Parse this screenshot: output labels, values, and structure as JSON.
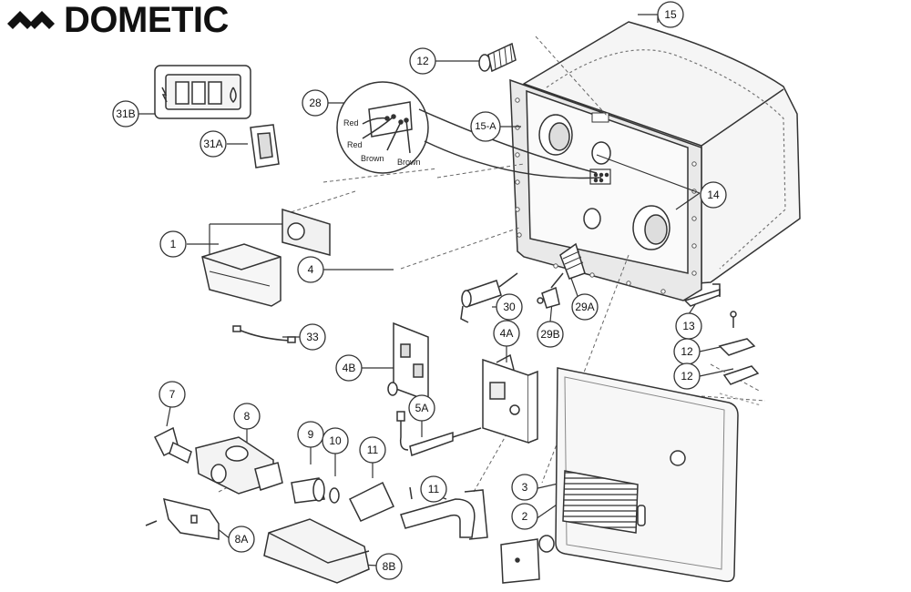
{
  "brand": {
    "name": "DOMETIC"
  },
  "callouts": {
    "c1": "1",
    "c2": "2",
    "c3": "3",
    "c4": "4",
    "c4A": "4A",
    "c4B": "4B",
    "c5A": "5A",
    "c7": "7",
    "c8": "8",
    "c8A": "8A",
    "c8B": "8B",
    "c9": "9",
    "c10": "10",
    "c11a": "11",
    "c11b": "11",
    "c12a": "12",
    "c12b": "12",
    "c12c": "12",
    "c13": "13",
    "c14": "14",
    "c15": "15",
    "c15A": "15-A",
    "c28": "28",
    "c29A": "29A",
    "c29B": "29B",
    "c30": "30",
    "c31A": "31A",
    "c31B": "31B",
    "c33": "33"
  },
  "wire_labels": {
    "red1": "Red",
    "red2": "Red",
    "brown1": "Brown",
    "brown2": "Brown"
  }
}
